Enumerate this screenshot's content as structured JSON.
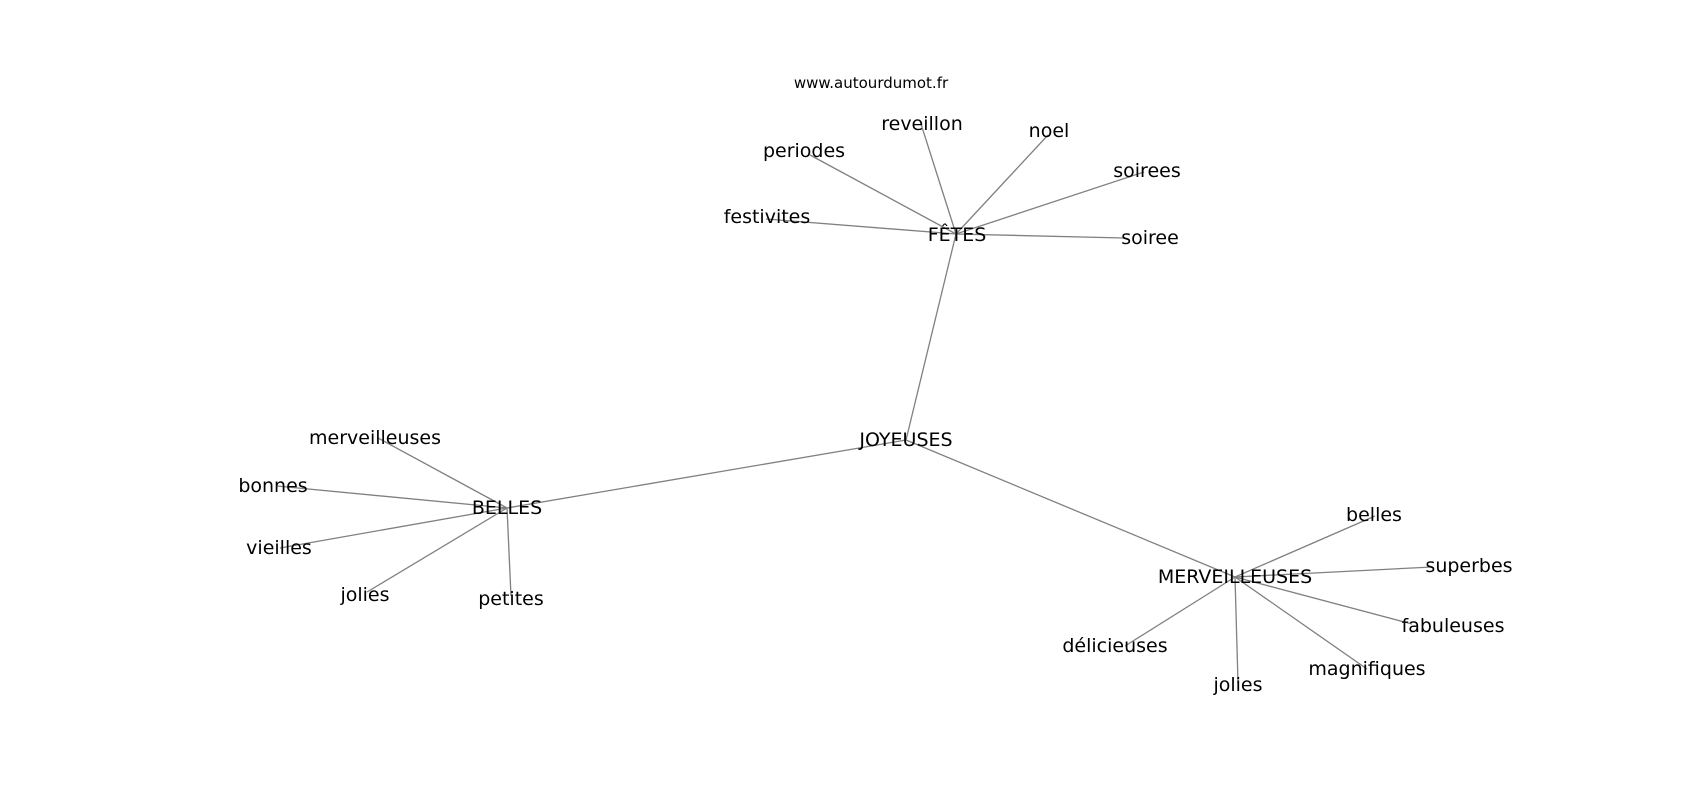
{
  "watermark": "www.autourdumot.fr",
  "colors": {
    "edge": "#808080",
    "text": "#000000",
    "background": "#ffffff"
  },
  "graph": {
    "center": "JOYEUSES",
    "hubs": [
      {
        "id": "fetes",
        "label": "FÊTES",
        "leaves": [
          "reveillon",
          "noel",
          "periodes",
          "soirees",
          "festivites",
          "soiree"
        ]
      },
      {
        "id": "belles",
        "label": "BELLES",
        "leaves": [
          "merveilleuses",
          "bonnes",
          "vieilles",
          "jolies",
          "petites"
        ]
      },
      {
        "id": "merveilleuses",
        "label": "MERVEILLEUSES",
        "leaves": [
          "belles",
          "superbes",
          "fabuleuses",
          "délicieuses",
          "magnifiques",
          "jolies"
        ]
      }
    ]
  }
}
